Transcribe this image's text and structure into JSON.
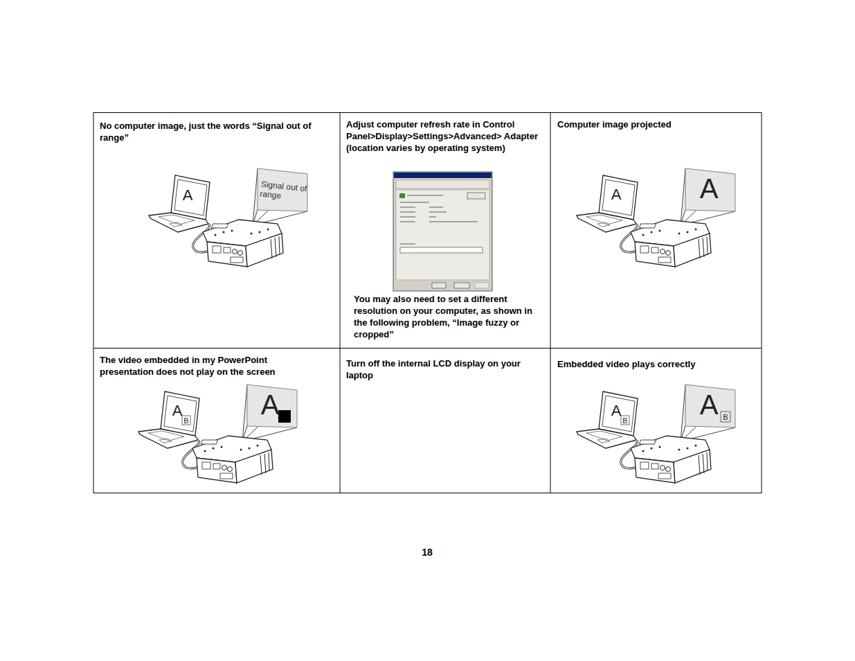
{
  "diagram": {
    "labels": [
      "No computer image, just the words “Signal out of range”",
      "Adjust computer refresh rate in Control Panel>Display>Settings>Advanced> Adapter (location varies by operating system)",
      "You may also need to set a different resolution on your computer, as shown in the following problem, “Image fuzzy or cropped”",
      "Computer image projected",
      "The video embedded in my PowerPoint presentation does not play on the screen",
      "Turn off the internal LCD display on your laptop",
      "Embedded video plays correctly",
      "A",
      "Signal out of range",
      "A",
      "A",
      "A",
      "B",
      "A",
      "A",
      "B",
      "A",
      "B",
      "18"
    ]
  }
}
